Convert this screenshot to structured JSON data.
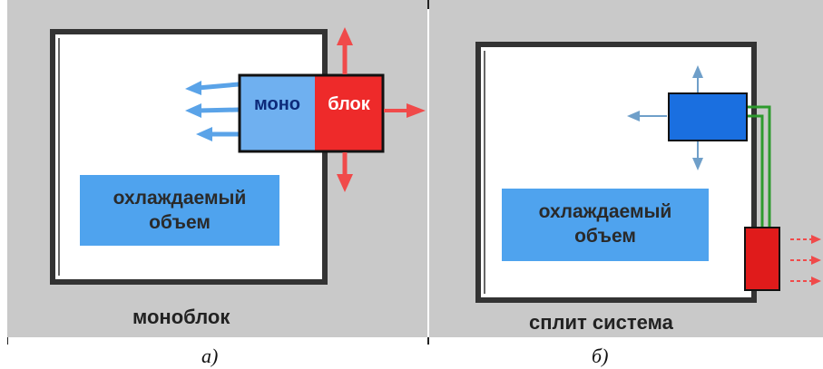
{
  "panel_a": {
    "mono_label": "моно",
    "block_label": "блок",
    "volume_line1": "охлаждаемый",
    "volume_line2": "объем",
    "caption": "моноблок",
    "sublabel": "а)"
  },
  "panel_b": {
    "volume_line1": "охлаждаемый",
    "volume_line2": "объем",
    "caption": "сплит система",
    "sublabel": "б)"
  },
  "colors": {
    "background": "#c9c9c9",
    "cold_side": "#6fb0f0",
    "hot_side": "#ee2a2a",
    "indoor_unit": "#1a6fe0",
    "outdoor_unit": "#e01b1b",
    "cold_arrow": "#5aa3e8",
    "hot_arrow": "#f04a4a",
    "pipe": "#2e9a2e"
  }
}
